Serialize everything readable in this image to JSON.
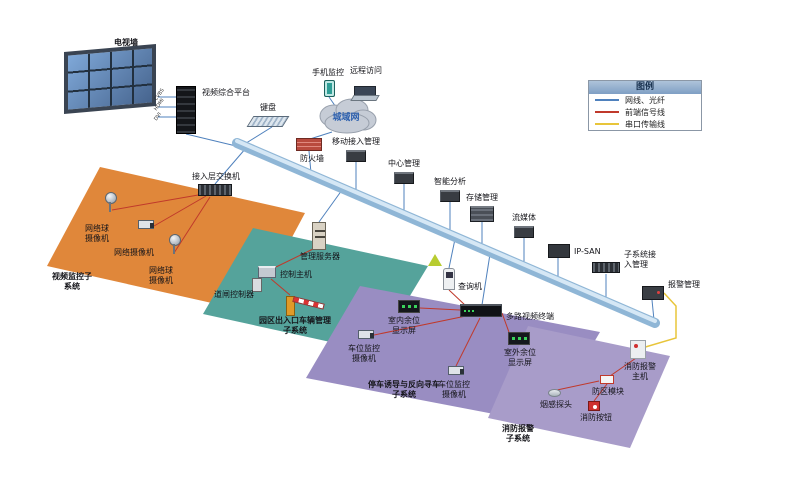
{
  "legend": {
    "title": "图例",
    "items": [
      {
        "label": "网线、光纤",
        "color": "#4f81bd"
      },
      {
        "label": "前端信号线",
        "color": "#c0392b"
      },
      {
        "label": "串口传输线",
        "color": "#e8c53a"
      }
    ]
  },
  "regions": {
    "video": {
      "label": "视频监控子系统",
      "color": "#e0873a"
    },
    "vehicle": {
      "label": "园区出入口车辆管理子系统",
      "color": "#55a39b"
    },
    "parking": {
      "label": "停车诱导与反向寻车子系统",
      "color": "#998dc2"
    },
    "fire": {
      "label": "消防报警子系统",
      "color": "#a89cc9"
    }
  },
  "ports": {
    "p1": "CVBS",
    "p2": "HDMI",
    "p3": "DVI"
  },
  "nodes": {
    "tv_wall": "电视墙",
    "video_platform": "视频综合平台",
    "keyboard": "键盘",
    "mobile_monitor": "手机监控",
    "remote_access": "远程访问",
    "man": "城域网",
    "firewall": "防火墙",
    "mobile_access": "移动接入管理",
    "center_mgmt": "中心管理",
    "intelligent_analysis": "智能分析",
    "storage_mgmt": "存储管理",
    "streaming": "流媒体",
    "ip_san": "IP-SAN",
    "subsystem_access": "子系统接入管理",
    "alarm_mgmt": "报警管理",
    "access_switch": "接入层交换机",
    "dome_cam_1": "网络球摄像机",
    "box_cam": "网络摄像机",
    "dome_cam_2": "网络球摄像机",
    "mgmt_server": "管理服务器",
    "control_host": "控制主机",
    "gate_controller": "道闸控制器",
    "query_kiosk": "查询机",
    "indoor_display": "室内余位显示屏",
    "multi_video_terminal": "多路视频终端",
    "parking_cam_1": "车位监控摄像机",
    "parking_cam_2": "车位监控摄像机",
    "outdoor_display": "室外余位显示屏",
    "fire_alarm_host": "消防报警主机",
    "zone_module": "防区模块",
    "smoke_detector": "烟感探头",
    "fire_button": "消防按钮"
  }
}
